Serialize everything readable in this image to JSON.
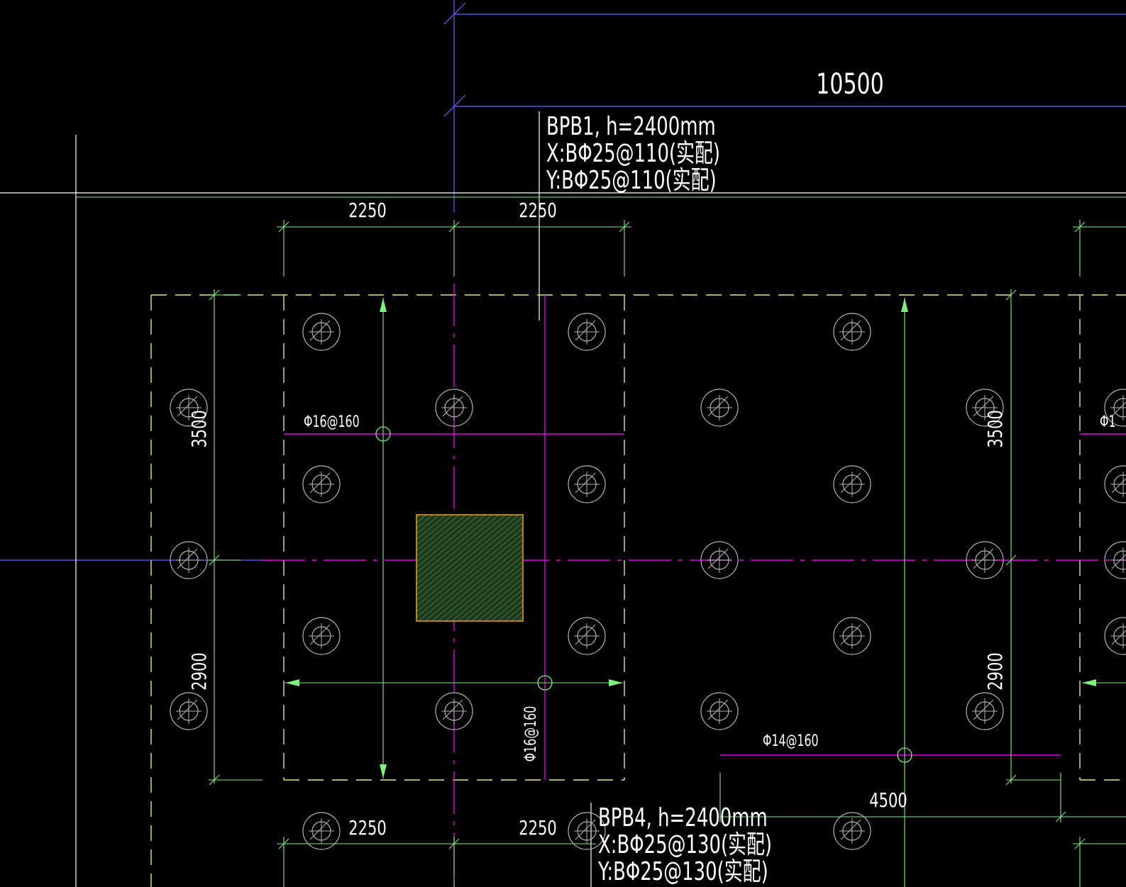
{
  "colors": {
    "background": "#000000",
    "white": "#ffffff",
    "green": "#7df07d",
    "yellow": "#e8e87a",
    "magenta": "#e000e0",
    "blue": "#6464ff",
    "orange": "#f0a020",
    "hatch": "#2f6b2f",
    "grey": "#b4b4b4"
  },
  "dimensions": {
    "top_span": "10500",
    "top_left": "2250",
    "top_right": "2250",
    "bottom_left": "2250",
    "bottom_right": "2250",
    "left_upper": "3500",
    "left_lower": "2900",
    "right_upper": "3500",
    "right_lower": "2900",
    "lower_right_span": "4500"
  },
  "annotations": {
    "bpb1": {
      "line1": "BPB1, h=2400mm",
      "line2": "X:BΦ25@110(实配)",
      "line3": "Y:BΦ25@110(实配)"
    },
    "bpb4": {
      "line1": "BPB4, h=2400mm",
      "line2": "X:BΦ25@130(实配)",
      "line3": "Y:BΦ25@130(实配)"
    }
  },
  "rebar_labels": {
    "horizontal_upper": "Φ16@160",
    "vertical_mid": "Φ16@160",
    "horizontal_right": "Φ14@160",
    "right_edge_partial": "Φ1"
  },
  "icons": {
    "pile": "pile-circle-icon",
    "column": "column-hatch-icon",
    "rebar_marker": "rebar-marker-icon"
  }
}
